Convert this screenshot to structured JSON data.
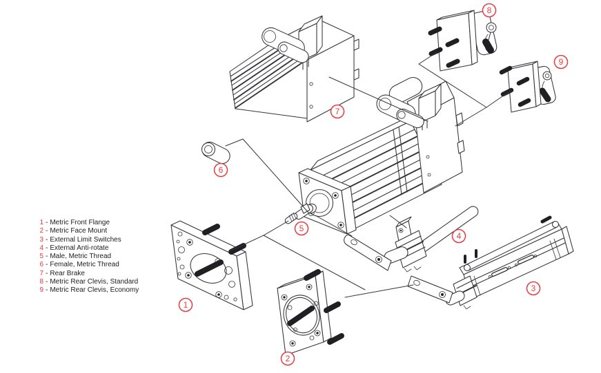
{
  "legend": {
    "separator": "-",
    "items": [
      {
        "number": "1",
        "label": "Metric Front Flange"
      },
      {
        "number": "2",
        "label": "Metric Face Mount"
      },
      {
        "number": "3",
        "label": "External Limit Switches"
      },
      {
        "number": "4",
        "label": "External Anti-rotate"
      },
      {
        "number": "5",
        "label": "Male, Metric Thread"
      },
      {
        "number": "6",
        "label": "Female, Metric Thread"
      },
      {
        "number": "7",
        "label": "Rear Brake"
      },
      {
        "number": "8",
        "label": "Metric Rear Clevis, Standard"
      },
      {
        "number": "9",
        "label": "Metric Rear Clevis, Economy"
      }
    ]
  },
  "callouts": [
    {
      "number": "1",
      "part": "Metric Front Flange"
    },
    {
      "number": "2",
      "part": "Metric Face Mount"
    },
    {
      "number": "3",
      "part": "External Limit Switches"
    },
    {
      "number": "4",
      "part": "External Anti-rotate"
    },
    {
      "number": "5",
      "part": "Male, Metric Thread"
    },
    {
      "number": "6",
      "part": "Female, Metric Thread"
    },
    {
      "number": "7",
      "part": "Rear Brake"
    },
    {
      "number": "8",
      "part": "Metric Rear Clevis, Standard"
    },
    {
      "number": "9",
      "part": "Metric Rear Clevis, Economy"
    }
  ],
  "colors": {
    "callout_red": "#e73b40",
    "legend_number_red": "#e73b40",
    "line": "#333338",
    "bolt_fill": "#202024",
    "background": "#ffffff"
  }
}
